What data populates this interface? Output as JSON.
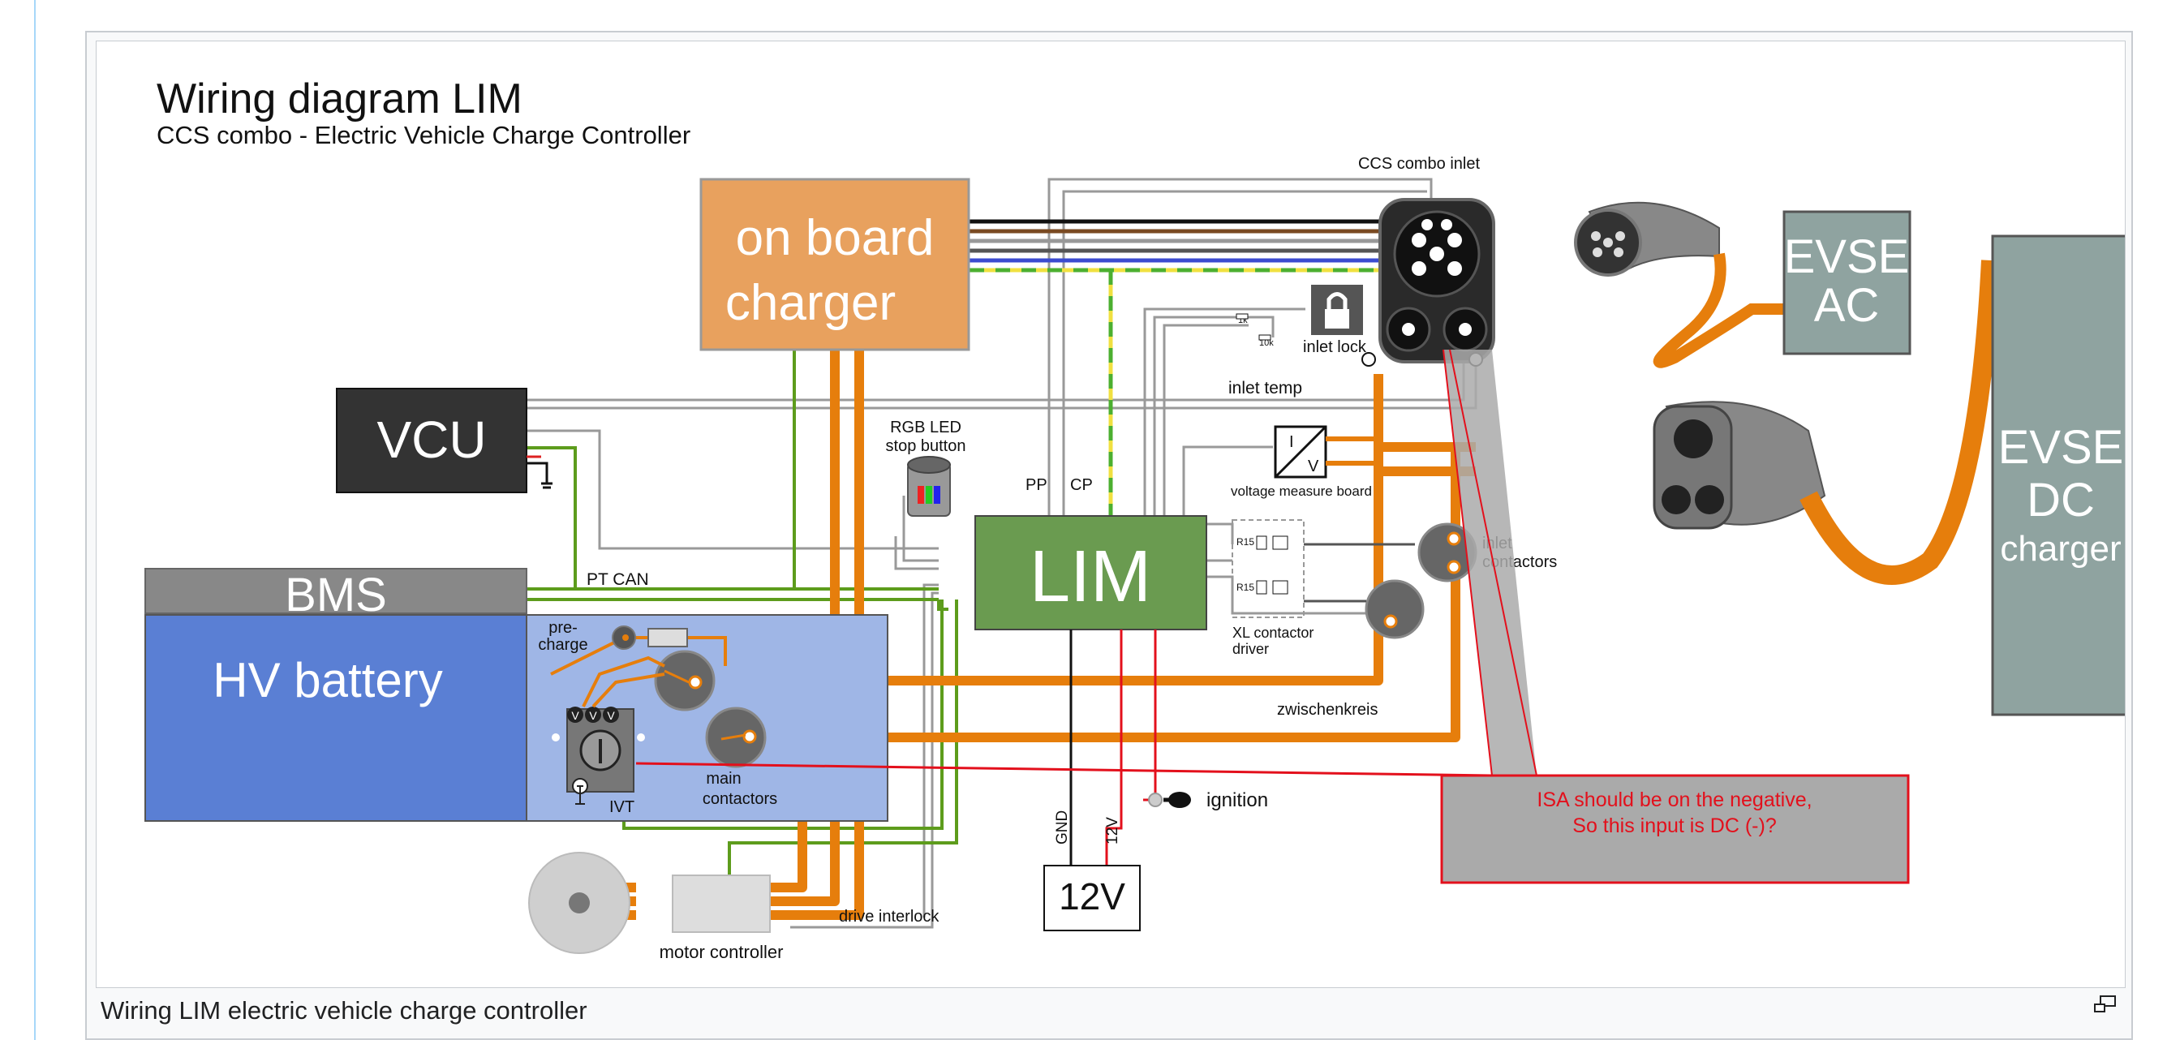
{
  "figure": {
    "caption": "Wiring LIM electric vehicle charge controller",
    "magnify_icon": "enlarge-icon"
  },
  "diagram": {
    "title": "Wiring diagram LIM",
    "subtitle": "CCS combo - Electric Vehicle Charge Controller",
    "blocks": {
      "obc_line1": "on board",
      "obc_line2": "charger",
      "vcu": "VCU",
      "bms": "BMS",
      "hv_battery": "HV battery",
      "lim": "LIM",
      "evse_ac_line1": "EVSE",
      "evse_ac_line2": "AC",
      "evse_dc_line1": "EVSE",
      "evse_dc_line2": "DC",
      "evse_dc_line3": "charger",
      "battery_12v": "12V"
    },
    "labels": {
      "ccs_inlet": "CCS combo inlet",
      "inlet_lock": "inlet lock",
      "inlet_temp": "inlet temp",
      "rgb_led_1": "RGB LED",
      "rgb_led_2": "stop button",
      "pp": "PP",
      "cp": "CP",
      "voltage_board": "voltage measure board",
      "inlet_contactors_1": "inlet",
      "inlet_contactors_2": "contactors",
      "xl_driver_1": "XL contactor",
      "xl_driver_2": "driver",
      "pt_can": "PT CAN",
      "precharge_1": "pre-",
      "precharge_2": "charge",
      "main_contactors_1": "main",
      "main_contactors_2": "contactors",
      "ivt": "IVT",
      "zwischenkreis": "zwischenkreis",
      "ignition": "ignition",
      "gnd": "GND",
      "v12": "12V",
      "drive_interlock": "drive interlock",
      "motor_controller": "motor controller",
      "r1k": "1k",
      "r10k": "10k",
      "r15a": "R15",
      "r15b": "R15",
      "vm_i": "I",
      "vm_v": "V"
    },
    "annotation": {
      "line1": "ISA should be on the negative,",
      "line2": "So this input is DC (-)?"
    },
    "colors": {
      "obc": "#e8a15e",
      "vcu": "#333333",
      "bms": "#888888",
      "hv_battery": "#5a7fd4",
      "battery_inner": "#9fb6e6",
      "lim": "#6a9b50",
      "evse": "#8fa3a0",
      "hv_wire": "#e67e0c",
      "can_wire": "#5d9c1c",
      "signal_wire": "#999999",
      "annotation_line": "#e3101c"
    }
  }
}
